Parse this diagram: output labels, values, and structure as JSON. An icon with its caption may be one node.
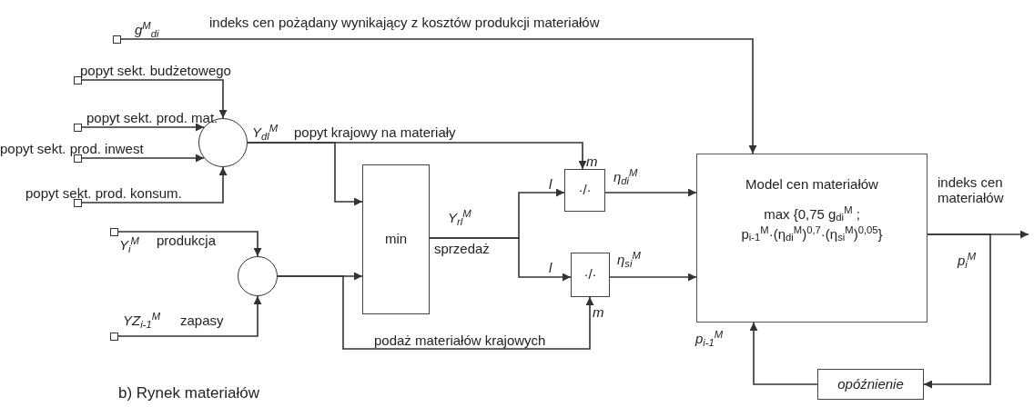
{
  "diagram": {
    "caption": "b) Rynek materiałów",
    "nodes": [
      {
        "text": [],
        "shape": "box"
      },
      {
        "text": [],
        "shape": "box"
      },
      {
        "text": [],
        "shape": "box"
      },
      {
        "text": [],
        "shape": "box"
      },
      {
        "text": [],
        "shape": "box"
      },
      {
        "text": [],
        "shape": "circle"
      },
      {
        "text": [],
        "shape": "box"
      },
      {
        "text": [],
        "shape": "box"
      },
      {
        "text": [],
        "shape": "circle"
      },
      {
        "text": [
          "min"
        ]
      },
      {
        "text": [
          "·/·"
        ]
      },
      {
        "text": [
          "·/·"
        ]
      },
      {
        "text": [
          "Model cen materiałów",
          "max {0,75 g$_{di}$$^{M}$ ; p$_{i-1}$$^{M}$·(η$_{di}$$^{M}$)$^{0,7}$·(η$_{si}$$^{M}$)$^{0,05}$}"
        ]
      },
      {
        "text": [
          "opóźnienie"
        ]
      }
    ],
    "edges": [
      {
        "from": 0,
        "to": 12,
        "arrow": "to",
        "label": "indeks cen pożądany wynikający z kosztów produkcji materiałów"
      },
      {
        "from": 1,
        "to": 5,
        "arrow": "to",
        "label": "popyt sekt. budżetowego"
      },
      {
        "from": 2,
        "to": 5,
        "arrow": "to",
        "label": "popyt sekt. prod. mat."
      },
      {
        "from": 3,
        "to": 5,
        "arrow": "to",
        "label": "popyt sekt. prod. inwest"
      },
      {
        "from": 4,
        "to": 5,
        "arrow": "to",
        "label": "popyt sekt. prod. konsum."
      },
      {
        "from": 5,
        "to": 10,
        "arrow": "to",
        "label": "popyt krajowy na materiały"
      },
      {
        "from": 5,
        "to": 9,
        "arrow": "to"
      },
      {
        "from": 6,
        "to": 8,
        "arrow": "to",
        "label": "produkcja"
      },
      {
        "from": 7,
        "to": 8,
        "arrow": "to",
        "label": "zapasy"
      },
      {
        "from": 8,
        "to": 9,
        "arrow": "to"
      },
      {
        "from": 8,
        "to": 11,
        "arrow": "to",
        "label": "podaż materiałów krajowych"
      },
      {
        "from": 9,
        "to": 10,
        "arrow": "to",
        "label": "sprzedaż"
      },
      {
        "from": 9,
        "to": 11,
        "arrow": "to"
      },
      {
        "from": 10,
        "to": 12,
        "arrow": "to"
      },
      {
        "from": 11,
        "to": 12,
        "arrow": "to"
      },
      {
        "from": 12,
        "to": null,
        "arrow": "to",
        "label": "indeks cen materiałów"
      },
      {
        "from": 12,
        "to": 13,
        "arrow": "to"
      },
      {
        "from": 13,
        "to": 12,
        "arrow": "to"
      }
    ],
    "labels": [
      "g$^{M}$$_{di}$",
      "Y$_{dl}$$^{M}$",
      "m",
      "l",
      "η$_{di}$$^{M}$",
      "Y$_{rl}$$^{M}$",
      "l",
      "η$_{si}$$^{M}$",
      "m",
      "Y$_{i}$$^{M}$",
      "YZ$_{i-1}$$^{M}$",
      "p$_{i}$$^{M}$",
      "p$_{i-1}$$^{M}$"
    ]
  }
}
